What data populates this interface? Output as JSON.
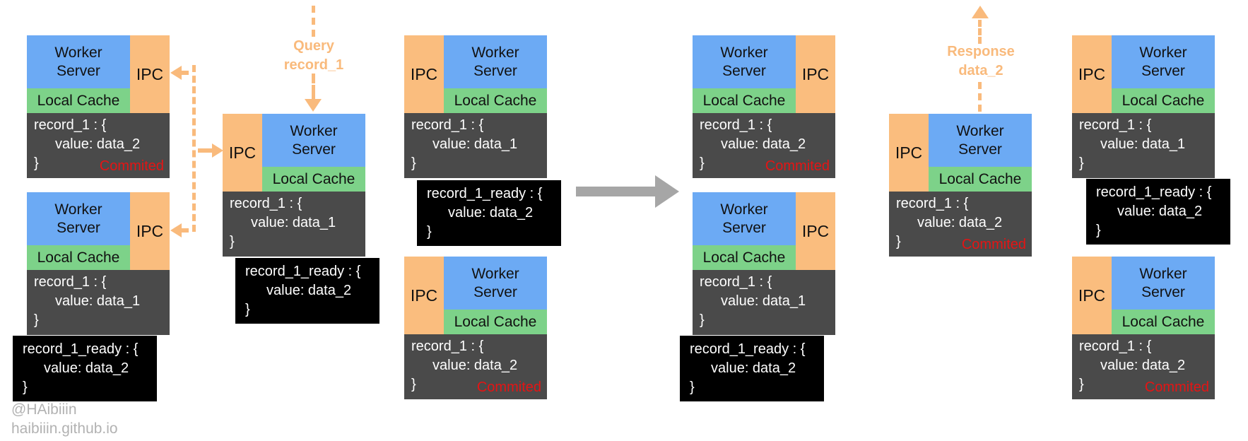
{
  "colors": {
    "worker_blue": "#6caaf4",
    "cache_green": "#7dd289",
    "ipc_orange": "#fabd7e",
    "record_gray": "#4a4a4a",
    "ready_black": "#000000",
    "commited_red": "#e51414",
    "annotation_orange": "#f9ba7c",
    "arrow_gray": "#a6a6a6",
    "watermark_gray": "#b2b2b2"
  },
  "labels": {
    "worker_server": "Worker Server",
    "local_cache": "Local Cache",
    "ipc": "IPC"
  },
  "annotations": {
    "query": {
      "l1": "Query",
      "l2": "record_1"
    },
    "response": {
      "l1": "Response",
      "l2": "data_2"
    }
  },
  "blocks": [
    {
      "ipc_side": "right",
      "record": {
        "l1": "record_1 : {",
        "l2": "value: data_2",
        "l3": "}"
      },
      "status": "Commited"
    },
    {
      "ipc_side": "right",
      "record": {
        "l1": "record_1 : {",
        "l2": "value: data_1",
        "l3": "}"
      },
      "ready": {
        "l1": "record_1_ready : {",
        "l2": "value: data_2",
        "l3": "}"
      }
    },
    {
      "ipc_side": "left",
      "record": {
        "l1": "record_1 : {",
        "l2": "value: data_1",
        "l3": "}"
      },
      "ready": {
        "l1": "record_1_ready : {",
        "l2": "value: data_2",
        "l3": "}"
      }
    },
    {
      "ipc_side": "left",
      "record": {
        "l1": "record_1 : {",
        "l2": "value: data_1",
        "l3": "}"
      },
      "ready": {
        "l1": "record_1_ready : {",
        "l2": "value: data_2",
        "l3": "}"
      }
    },
    {
      "ipc_side": "left",
      "record": {
        "l1": "record_1 : {",
        "l2": "value: data_2",
        "l3": "}"
      },
      "status": "Commited"
    },
    {
      "ipc_side": "right",
      "record": {
        "l1": "record_1 : {",
        "l2": "value: data_2",
        "l3": "}"
      },
      "status": "Commited"
    },
    {
      "ipc_side": "right",
      "record": {
        "l1": "record_1 : {",
        "l2": "value: data_1",
        "l3": "}"
      },
      "ready": {
        "l1": "record_1_ready : {",
        "l2": "value: data_2",
        "l3": "}"
      }
    },
    {
      "ipc_side": "left",
      "record": {
        "l1": "record_1 : {",
        "l2": "value: data_2",
        "l3": "}"
      },
      "status": "Commited"
    },
    {
      "ipc_side": "left",
      "record": {
        "l1": "record_1 : {",
        "l2": "value: data_1",
        "l3": "}"
      },
      "ready": {
        "l1": "record_1_ready : {",
        "l2": "value: data_2",
        "l3": "}"
      }
    },
    {
      "ipc_side": "left",
      "record": {
        "l1": "record_1 : {",
        "l2": "value: data_2",
        "l3": "}"
      },
      "status": "Commited"
    }
  ],
  "watermark": {
    "l1": "@HAibiiin",
    "l2": "haibiiin.github.io"
  }
}
